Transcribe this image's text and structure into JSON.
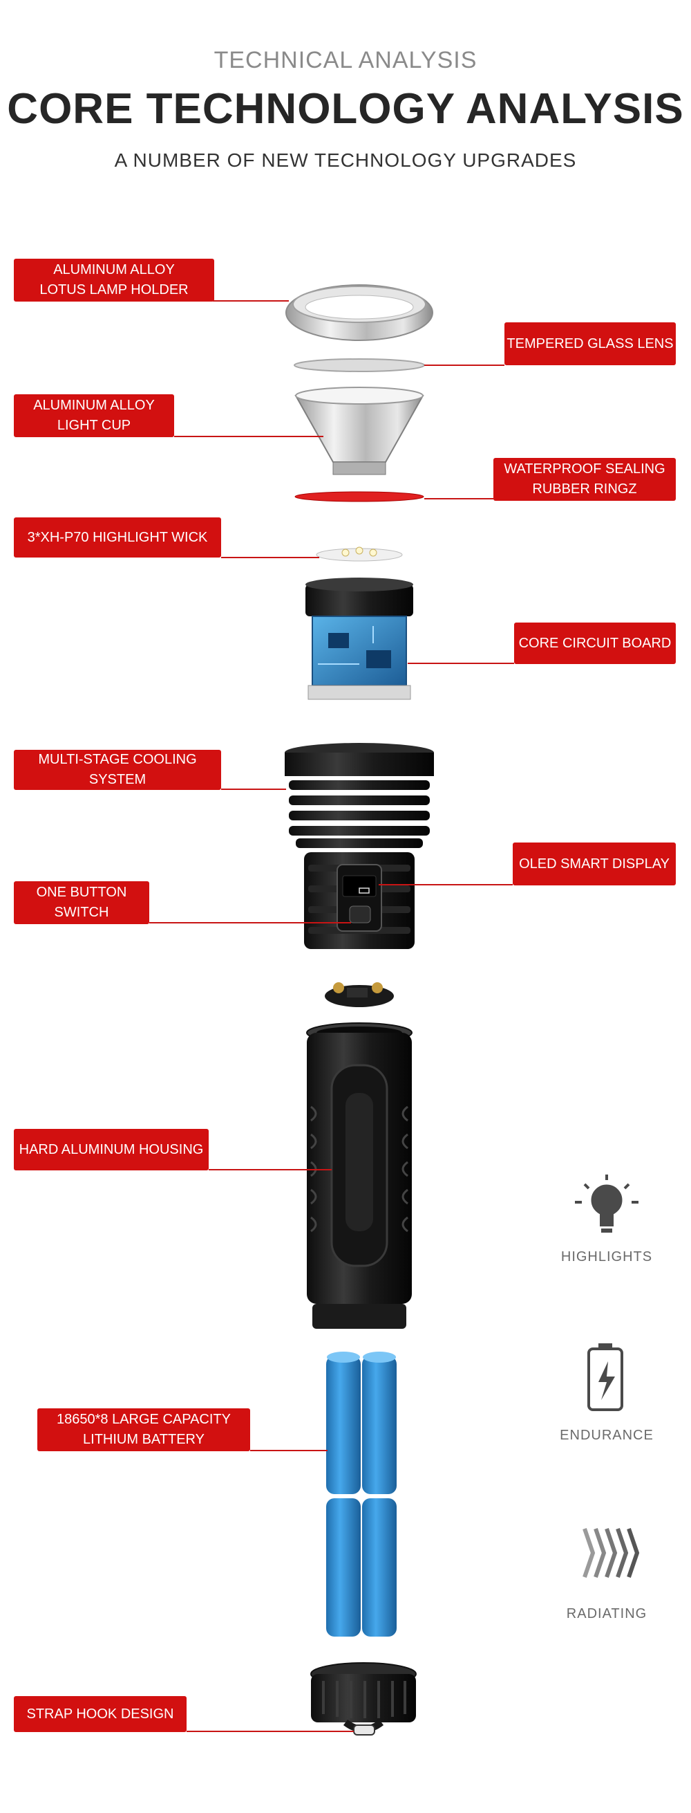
{
  "header": {
    "kicker": "TECHNICAL ANALYSIS",
    "title": "CORE TECHNOLOGY ANALYSIS",
    "subtitle": "A NUMBER OF NEW TECHNOLOGY UPGRADES"
  },
  "callouts": {
    "lamp_holder": "ALUMINUM ALLOY\nLOTUS LAMP HOLDER",
    "glass_lens": "TEMPERED GLASS LENS",
    "light_cup": "ALUMINUM ALLOY\nLIGHT CUP",
    "sealing_ring": "WATERPROOF SEALING\nRUBBER RINGZ",
    "wick": "3*XH-P70 HIGHLIGHT WICK",
    "circuit_board": "CORE CIRCUIT BOARD",
    "cooling": "MULTI-STAGE COOLING SYSTEM",
    "oled": "OLED SMART DISPLAY",
    "one_button": "ONE BUTTON\nSWITCH",
    "housing": "HARD ALUMINUM HOUSING",
    "battery": "18650*8 LARGE CAPACITY\nLITHIUM BATTERY",
    "strap_hook": "STRAP HOOK DESIGN"
  },
  "features": [
    {
      "label": "HIGHLIGHTS",
      "icon": "light-bulb-icon"
    },
    {
      "label": "ENDURANCE",
      "icon": "battery-bolt-icon"
    },
    {
      "label": "RADIATING",
      "icon": "heat-waves-icon"
    }
  ],
  "colors": {
    "accent_red": "#d21010",
    "battery_blue": "#2b8fd6",
    "body_black": "#1c1c1c"
  }
}
